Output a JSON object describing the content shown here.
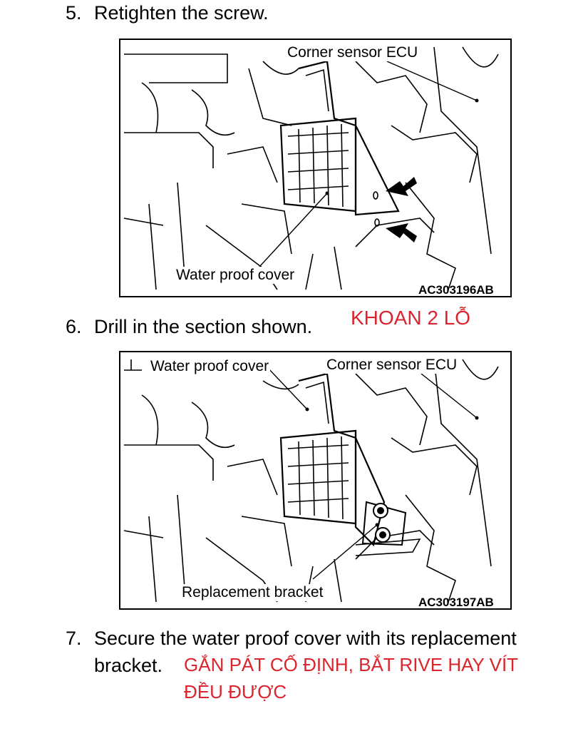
{
  "steps": [
    {
      "number": "5.",
      "text": "Retighten the screw."
    },
    {
      "number": "6.",
      "text": "Drill in the section shown.",
      "note": "KHOAN 2 LỖ"
    },
    {
      "number": "7.",
      "text_line1": "Secure the water proof cover with its replacement",
      "text_line2": "bracket.",
      "note_line1": "GẮN PÁT CỐ ĐỊNH, BẮT RIVE HAY VÍT",
      "note_line2": "ĐỀU ĐƯỢC"
    }
  ],
  "figures": [
    {
      "code": "AC303196AB",
      "labels": {
        "ecu": "Corner sensor ECU",
        "cover": "Water proof cover"
      }
    },
    {
      "code": "AC303197AB",
      "labels": {
        "cover": "Water proof cover",
        "ecu": "Corner sensor ECU",
        "bracket": "Replacement bracket"
      }
    }
  ],
  "colors": {
    "note": "#d9262e",
    "text": "#000000"
  }
}
